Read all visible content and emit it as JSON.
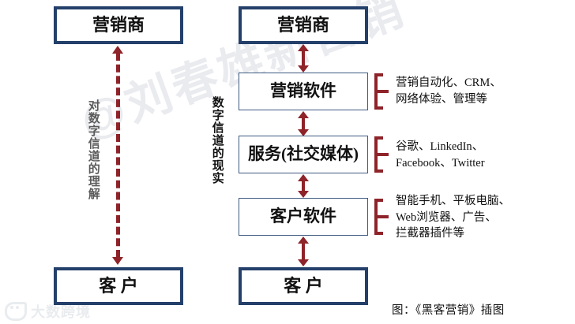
{
  "figure": {
    "caption": "图：《黑客营销》插图",
    "watermark_diagonal": "@刘春雄新营销",
    "watermark_logo": "大数跨境"
  },
  "colors": {
    "box_border_navy": "#24406a",
    "box_border_thin": "#3f5a80",
    "arrow_red": "#8e2329",
    "text": "#111111",
    "watermark": "#e9ebef"
  },
  "left_column": {
    "top_box": "营销商",
    "bottom_box": "客 户",
    "connector_label": "对数字信道的理解",
    "connector_style": "dashed-double-arrow"
  },
  "right_column": {
    "connector_label": "数字信道的现实",
    "boxes": [
      {
        "label": "营销商",
        "style": "navy"
      },
      {
        "label": "营销软件",
        "style": "thin"
      },
      {
        "label": "服务(社交媒体)",
        "style": "thin"
      },
      {
        "label": "客户软件",
        "style": "thin"
      },
      {
        "label": "客 户",
        "style": "navy"
      }
    ],
    "annotations": [
      {
        "for": "营销软件",
        "text": "营销自动化、CRM、\n网络体验、管理等"
      },
      {
        "for": "服务(社交媒体)",
        "text": "谷歌、LinkedIn、\nFacebook、Twitter"
      },
      {
        "for": "客户软件",
        "text": "智能手机、平板电脑、\nWeb浏览器、广告、\n拦截器插件等"
      }
    ]
  }
}
